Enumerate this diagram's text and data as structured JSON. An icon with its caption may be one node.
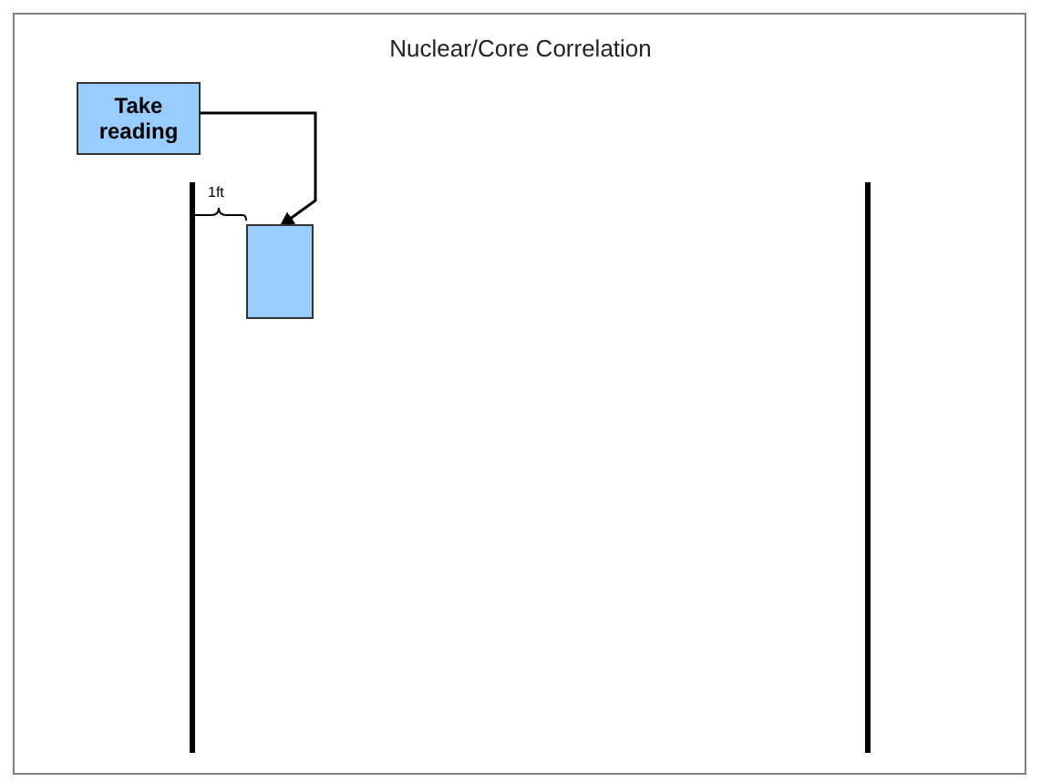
{
  "diagram": {
    "title": "Nuclear/Core Correlation",
    "nodes": [
      {
        "text": [
          "Take reading"
        ]
      },
      {
        "text": [],
        "shape": "box"
      }
    ],
    "edges": [
      {
        "from": 0,
        "to": 1,
        "arrow": "to"
      }
    ],
    "labels": [
      "1ft"
    ]
  }
}
